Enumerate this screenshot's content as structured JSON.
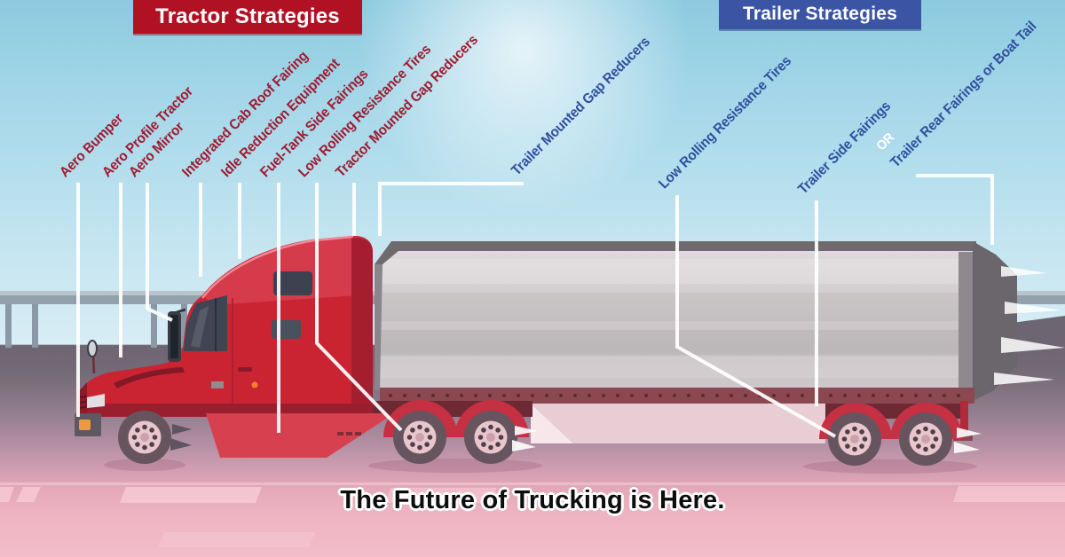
{
  "headers": {
    "tractor": "Tractor Strategies",
    "trailer": "Trailer Strategies"
  },
  "labels": {
    "tractor": [
      "Aero Bumper",
      "Aero Profile Tractor",
      "Aero Mirror",
      "Integrated Cab Roof Fairing",
      "Idle Reduction Equipment",
      "Fuel-Tank Side Fairings",
      "Low Rolling Resistance Tires",
      "Tractor Mounted Gap Reducers"
    ],
    "trailer": [
      "Trailer Mounted Gap Reducers",
      "Low Rolling Resistance Tires",
      "Trailer Side Fairings",
      "Trailer Rear Fairings or Boat Tail"
    ],
    "connector": "OR"
  },
  "footer": {
    "title": "The Future of Trucking is Here."
  },
  "colors": {
    "tractor_header_bg": "#b11223",
    "trailer_header_bg": "#3b55a4",
    "tractor_label": "#9e1b30",
    "trailer_label": "#2f4f9f",
    "leader_line": "#ffffff",
    "truck_red": "#ca2433",
    "trailer_gray": "#cfc9cb",
    "sky_blue": "#a5d7e9",
    "road_pink": "#eeb3c2"
  }
}
